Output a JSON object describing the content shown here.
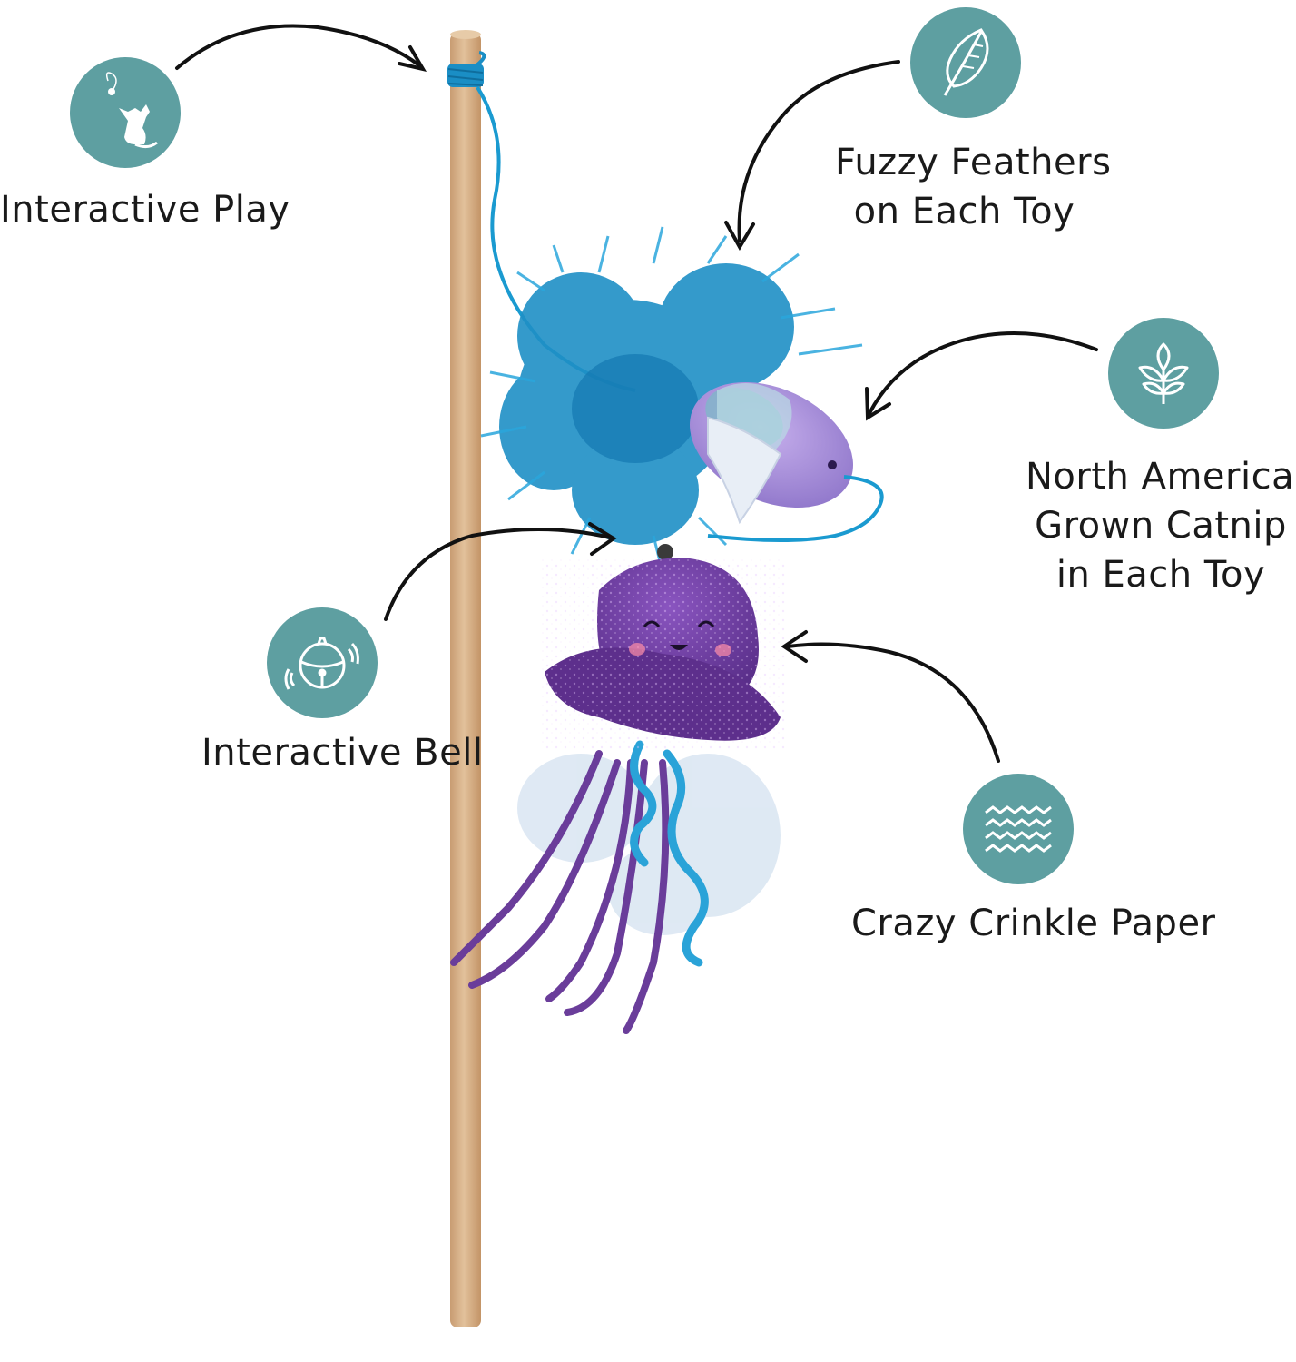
{
  "brand_color": "#5e9fa1",
  "features": [
    {
      "id": "interactive-play",
      "icon": "cat-playing-icon",
      "label": "Interactive Play"
    },
    {
      "id": "fuzzy-feathers",
      "icon": "feather-icon",
      "label_line1": "Fuzzy Feathers",
      "label_line2": "on Each Toy"
    },
    {
      "id": "catnip",
      "icon": "sprout-leaf-icon",
      "label_line1": "North American",
      "label_line2": "Grown Catnip",
      "label_line3": "in Each Toy"
    },
    {
      "id": "interactive-bell",
      "icon": "bell-icon",
      "label": "Interactive Bell"
    },
    {
      "id": "crinkle-paper",
      "icon": "wave-lines-icon",
      "label": "Crazy Crinkle Paper"
    }
  ],
  "product": {
    "wand": "wooden-wand",
    "toy_1": "feathered-fish-toy",
    "toy_2": "jellyfish-toy",
    "wand_color": "#d8b48e",
    "feather_color": "#1f8fc4",
    "jellyfish_color": "#6a3d9a"
  }
}
